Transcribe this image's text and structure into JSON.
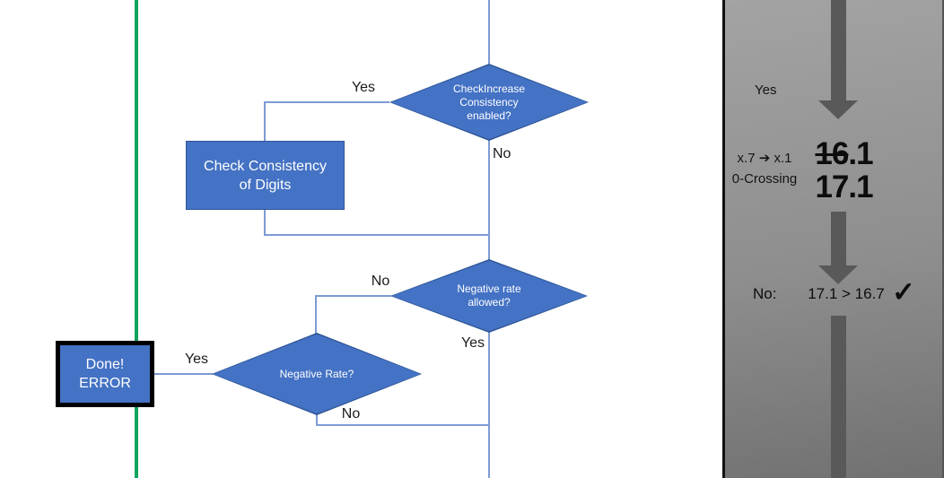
{
  "flowchart": {
    "diamond1": {
      "label": "CheckIncrease\nConsistency\nenabled?"
    },
    "process1": {
      "label": "Check Consistency\nof Digits"
    },
    "diamond2": {
      "label": "Negative rate\nallowed?"
    },
    "diamond3": {
      "label": "Negative Rate?"
    },
    "done_box": {
      "label": "Done!\nERROR"
    },
    "labels": {
      "d1_yes": "Yes",
      "d1_no": "No",
      "d2_no": "No",
      "d2_yes": "Yes",
      "d3_yes": "Yes",
      "d3_no": "No"
    }
  },
  "panel": {
    "yes_label": "Yes",
    "annotation": "x.7 ➔ x.1\n0-Crossing",
    "old_value_struck": "16",
    "old_value_rest": ".1",
    "new_value": "17.1",
    "check_row": {
      "no_label": "No:",
      "comparison": "17.1 > 16.7",
      "checkmark": "✓"
    }
  },
  "colors": {
    "shape_fill": "#4472C4",
    "shape_border": "#2F5597",
    "connector": "#7C9BD3",
    "green_line": "#10A55C",
    "arrow_gray": "#595959",
    "panel_top": "#a3a3a3",
    "panel_bottom": "#717171"
  }
}
